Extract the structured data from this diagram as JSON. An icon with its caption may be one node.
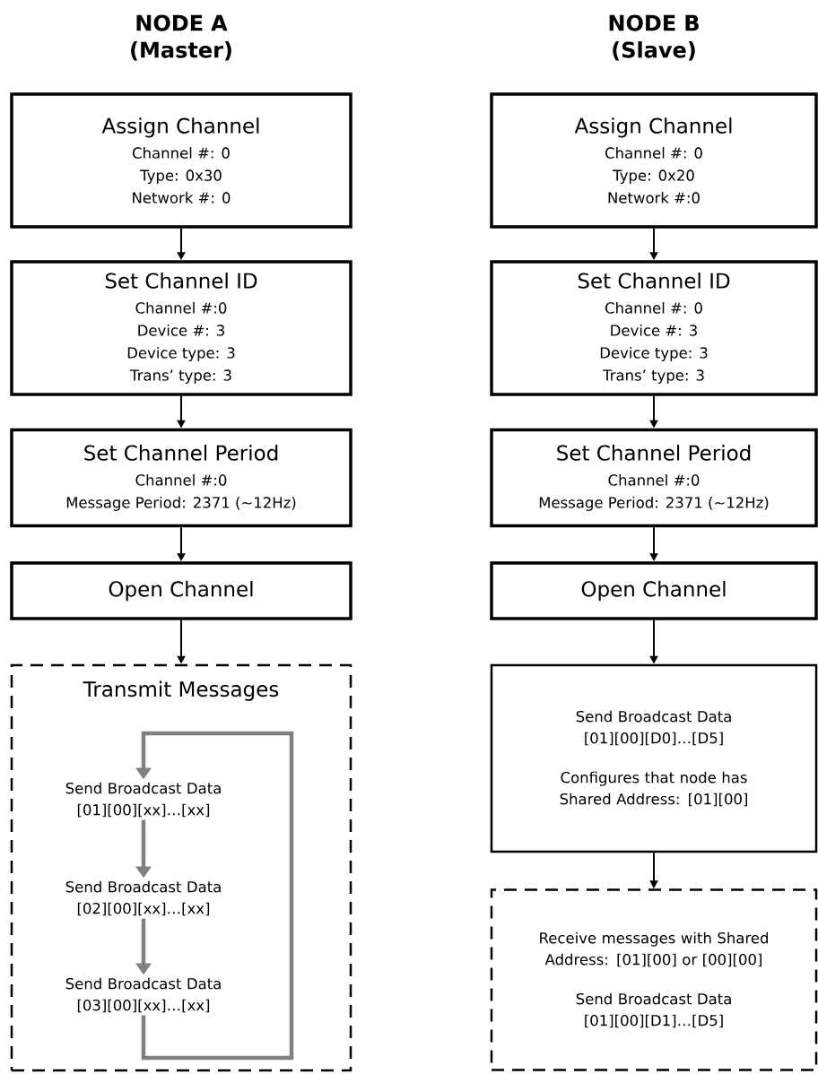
{
  "diagram": {
    "nodes": [
      {
        "text": [
          "Assign Channel",
          "Channel #: 0",
          "Type: 0x30",
          "Network #: 0"
        ]
      },
      {
        "text": [
          "Set Channel ID",
          "Channel #:0",
          "Device #: 3",
          "Device type: 3",
          "Trans’ type: 3"
        ]
      },
      {
        "text": [
          "Set Channel Period",
          "Channel #:0",
          "Message Period: 2371 (~12Hz)"
        ]
      },
      {
        "text": [
          "Open Channel"
        ]
      },
      {
        "text": [
          "Transmit Messages"
        ]
      },
      {
        "text": [
          "Send Broadcast Data [01][00][xx]…[xx]"
        ],
        "in": 4
      },
      {
        "text": [
          "Send Broadcast Data [02][00][xx]…[xx]"
        ],
        "in": 4
      },
      {
        "text": [
          "Send Broadcast Data [03][00][xx]…[xx]"
        ],
        "in": 4
      },
      {
        "text": [
          "Assign Channel",
          "Channel #: 0",
          "Type: 0x20",
          "Network #:0"
        ]
      },
      {
        "text": [
          "Set Channel ID",
          "Channel #: 0",
          "Device #: 3",
          "Device type: 3",
          "Trans’ type: 3"
        ]
      },
      {
        "text": [
          "Set Channel Period",
          "Channel #:0",
          "Message Period: 2371 (~12Hz)"
        ]
      },
      {
        "text": [
          "Open Channel"
        ]
      },
      {
        "text": [
          "Send Broadcast Data [01][00][D0]…[D5]",
          "Configures that node has Shared Address: [01][00]"
        ]
      },
      {
        "text": [
          "Receive messages with Shared Address: [01][00] or [00][00]",
          "Send Broadcast Data [01][00][D1]…[D5]"
        ]
      }
    ],
    "edges": [
      {
        "from": 0,
        "to": 1,
        "arrow": "to"
      },
      {
        "from": 1,
        "to": 2,
        "arrow": "to"
      },
      {
        "from": 2,
        "to": 3,
        "arrow": "to"
      },
      {
        "from": 3,
        "to": 4,
        "arrow": "to"
      },
      {
        "from": 5,
        "to": 6,
        "arrow": "to",
        "style": "thick",
        "color": "#808080"
      },
      {
        "from": 6,
        "to": 7,
        "arrow": "to",
        "style": "thick",
        "color": "#808080"
      },
      {
        "from": 7,
        "to": 5,
        "arrow": "to",
        "style": "thick",
        "color": "#808080"
      },
      {
        "from": 8,
        "to": 9,
        "arrow": "to"
      },
      {
        "from": 9,
        "to": 10,
        "arrow": "to"
      },
      {
        "from": 10,
        "to": 11,
        "arrow": "to"
      },
      {
        "from": 11,
        "to": 12,
        "arrow": "to"
      },
      {
        "from": 12,
        "to": 13,
        "arrow": "to"
      }
    ],
    "labels": [
      "NODE A (Master)",
      "NODE B (Slave)"
    ]
  }
}
